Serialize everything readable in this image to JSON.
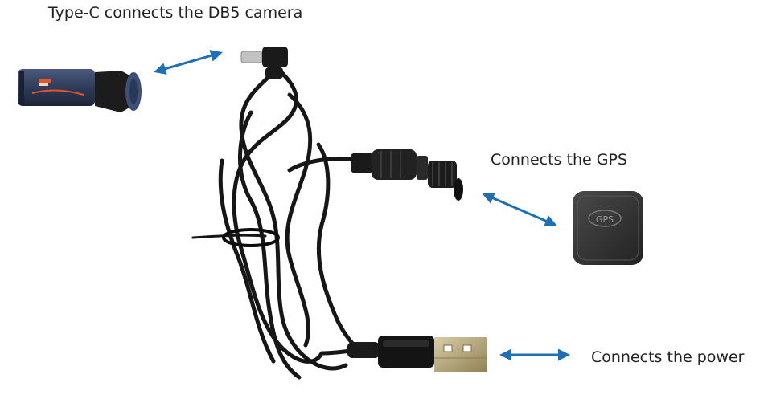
{
  "labels": {
    "camera": "Type-C connects the DB5 camera",
    "gps": "Connects the GPS",
    "power": "Connects the power"
  },
  "gps_module_text": "GPS",
  "colors": {
    "arrow": "#1f6fb4",
    "cable": "#161616",
    "camera_body": "#2f3b58",
    "camera_accent": "#e2542a",
    "gps_module": "#3a3a3a",
    "usb_metal": "#b9aa7c",
    "text": "#222222",
    "background": "#ffffff"
  },
  "icons": [
    "dashcam-camera-icon",
    "gps-module-icon",
    "usb-a-plug-icon",
    "usb-c-plug-icon",
    "round-connector-icon",
    "double-arrow-icon"
  ]
}
